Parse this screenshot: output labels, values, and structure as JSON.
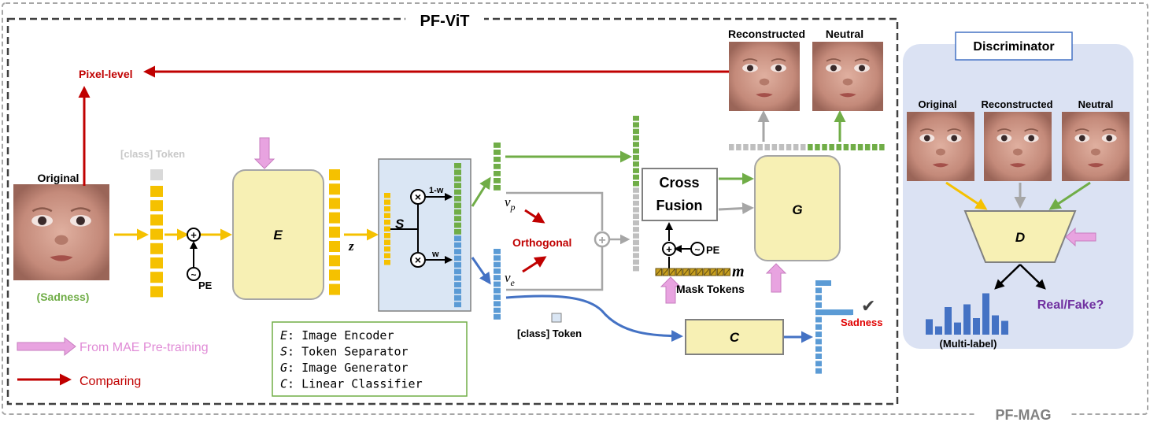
{
  "colors": {
    "yellow": "#f5c100",
    "green": "#70ad47",
    "blue": "#5b9bd5",
    "gray": "#bfbfbf",
    "red": "#c00000",
    "pink": "#e8a3e0",
    "purple": "#7030a0",
    "module_fill": "#f7f0b4",
    "separator_fill": "#dae6f4",
    "discriminator_fill": "#dbe2f3",
    "face_skin": "#c98e80"
  },
  "titles": {
    "pf_vit": "PF-ViT",
    "pf_mag": "PF-MAG",
    "discriminator": "Discriminator"
  },
  "labels": {
    "original": "Original",
    "sadness_label": "(Sadness)",
    "pixel_level": "Pixel-level",
    "class_token_top": "[class] Token",
    "class_token_bottom": "[class] Token",
    "pe_left": "PE",
    "pe_right": "PE",
    "z": "z",
    "s": "S",
    "one_minus_w": "1-w",
    "w": "w",
    "vp": "v",
    "vp_sub": "p",
    "ve": "v",
    "ve_sub": "e",
    "orthogonal": "Orthogonal",
    "cross_fusion_1": "Cross",
    "cross_fusion_2": "Fusion",
    "m": "m",
    "mask_tokens": "Mask Tokens",
    "reconstructed": "Reconstructed",
    "neutral": "Neutral",
    "sadness_pred": "Sadness",
    "check": "✔",
    "disc_original": "Original",
    "disc_reconstructed": "Reconstructed",
    "disc_neutral": "Neutral",
    "multi_label": "(Multi-label)",
    "real_fake": "Real/Fake?"
  },
  "modules": {
    "encoder": "E",
    "generator": "G",
    "classifier": "C",
    "discriminator": "D"
  },
  "legend_box": [
    {
      "symbol": "E",
      "text": ": Image Encoder"
    },
    {
      "symbol": "S",
      "text": ": Token Separator"
    },
    {
      "symbol": "G",
      "text": ": Image Generator"
    },
    {
      "symbol": "C",
      "text": ": Linear Classifier"
    }
  ],
  "legend_arrows": {
    "mae": "From MAE Pre-training",
    "comparing": "Comparing"
  },
  "multi_label_bars": [
    0.28,
    0.15,
    0.5,
    0.22,
    0.55,
    0.3,
    0.75,
    0.35,
    0.25
  ]
}
